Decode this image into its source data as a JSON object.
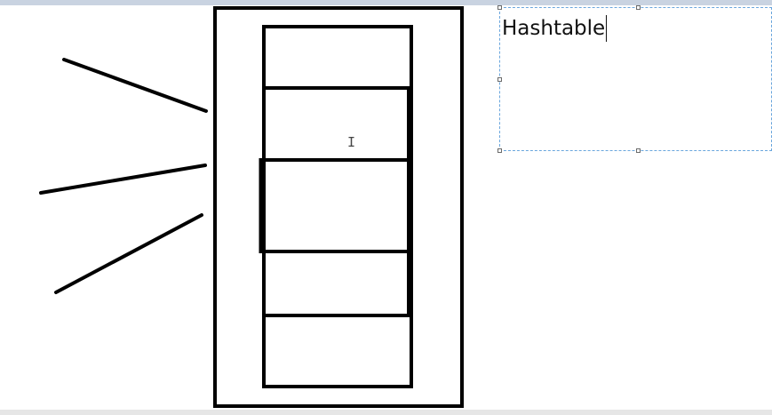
{
  "textbox": {
    "text": "Hashtable"
  },
  "colors": {
    "ink": "#000000",
    "selection_border": "#6aa6dd",
    "top_bar": "#c9d3e1",
    "bottom_bar": "#e6e6e6"
  },
  "icons": {
    "cursor": "text-cursor-icon"
  },
  "drawing": {
    "bucket_count": 5,
    "pointer_line_count": 3
  }
}
